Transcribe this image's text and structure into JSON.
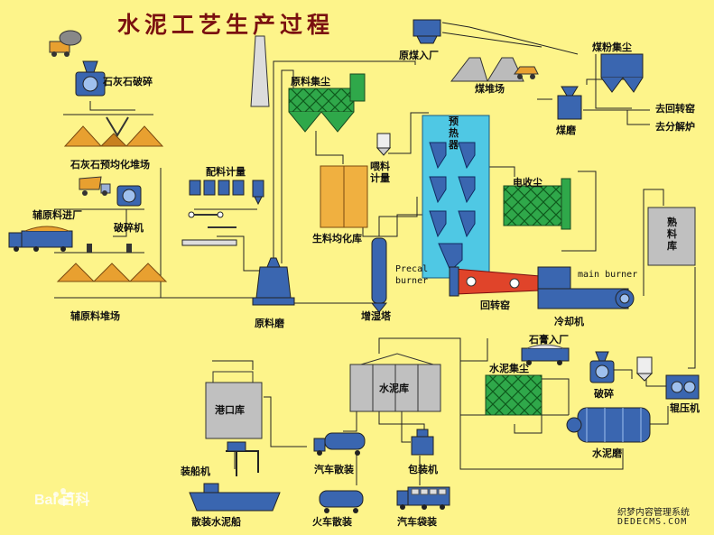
{
  "title": "水泥工艺生产过程",
  "labels": {
    "limestone_crushing": "石灰石破碎",
    "limestone_prehomo_yard": "石灰石预均化堆场",
    "aux_material_in": "辅原料进厂",
    "crusher": "破碎机",
    "aux_material_yard": "辅原料堆场",
    "batching_meter": "配料计量",
    "raw_meal_mill": "原料磨",
    "raw_material_dust_collector": "原料集尘",
    "raw_meal_homo_silo": "生料均化库",
    "feed_meter": "喂料计量",
    "humidifier_tower": "增湿塔",
    "preheater": "预热器",
    "raw_coal_in": "原煤入厂",
    "coal_yard": "煤堆场",
    "coal_powder_dust_collector": "煤粉集尘",
    "coal_mill": "煤磨",
    "to_rotary_kiln": "去回转窑",
    "to_calciner": "去分解炉",
    "esp": "电收尘",
    "precal_burner": "Precal burner",
    "main_burner": "main burner",
    "rotary_kiln": "回转窑",
    "cooler": "冷却机",
    "clinker_silo": "熟料库",
    "gypsum_in": "石膏入厂",
    "crush": "破碎",
    "roller_press": "辊压机",
    "cement_mill": "水泥磨",
    "cement_dust_collector": "水泥集尘",
    "cement_silo": "水泥库",
    "port_silo": "港口库",
    "ship_loader": "装船机",
    "bulk_cement_ship": "散装水泥船",
    "truck_bulk": "汽车散装",
    "packing_machine": "包装机",
    "train_bulk": "火车散装",
    "truck_bagged": "汽车袋装"
  },
  "brand": "Bai 百科",
  "watermark": {
    "line1": "织梦内容管理系统",
    "line2": "DEDECMS.COM"
  },
  "colors": {
    "background": "#fdf48a",
    "title": "#7a1010",
    "equipment_blue": "#3a66b0",
    "dust_collector_green": "#2fa84a",
    "preheater_cyan": "#4fc8e4",
    "kiln_red": "#e0442a",
    "stockpile_orange": "#e8a030",
    "silo_grey": "#c0c0c0",
    "homo_silo_orange": "#f0b040"
  }
}
